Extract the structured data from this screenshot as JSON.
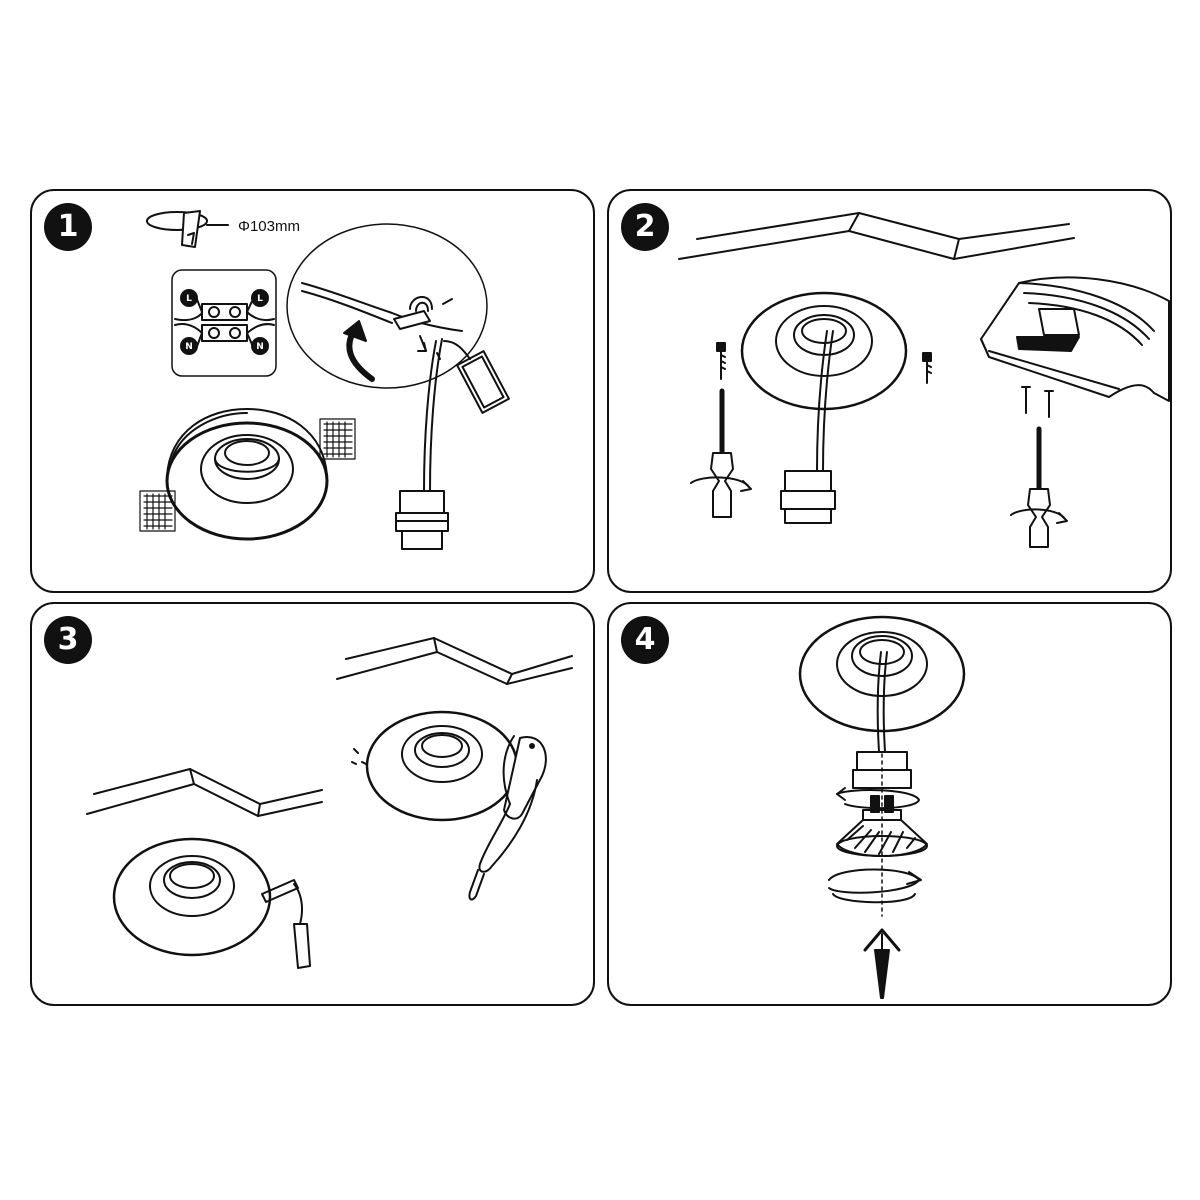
{
  "steps": [
    {
      "number": "1"
    },
    {
      "number": "2"
    },
    {
      "number": "3"
    },
    {
      "number": "4"
    }
  ],
  "step1": {
    "cutout_diameter": "Φ103mm",
    "terminals": [
      "L",
      "L",
      "N",
      "N"
    ]
  },
  "colors": {
    "line": "#111111",
    "background": "#ffffff"
  }
}
